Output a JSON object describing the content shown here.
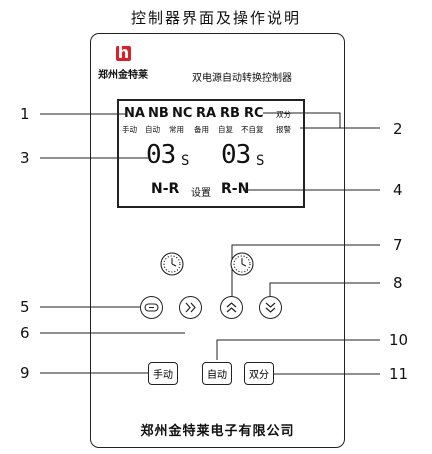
{
  "title": "控制器界面及操作说明",
  "brand": {
    "logo_letter": "h",
    "name": "郑州金特莱"
  },
  "product_name": "双电源自动转换控制器",
  "lcd": {
    "modes": [
      "NA",
      "NB",
      "NC",
      "RA",
      "RB",
      "RC"
    ],
    "mode_labels": [
      "手动",
      "自动",
      "常用",
      "备用",
      "自复",
      "不自复"
    ],
    "flag_top": "双分",
    "flag_bottom": "报警",
    "timer_left": {
      "digits": "03",
      "unit": "S"
    },
    "timer_right": {
      "digits": "03",
      "unit": "S"
    },
    "status_left": "N-R",
    "status_middle": "设置",
    "status_right": "R-N"
  },
  "buttons": {
    "manual": "手动",
    "auto": "自动",
    "double_off": "双分"
  },
  "callouts": [
    "1",
    "2",
    "3",
    "4",
    "5",
    "6",
    "7",
    "8",
    "9",
    "10",
    "11"
  ],
  "footer": "郑州金特莱电子有限公司"
}
